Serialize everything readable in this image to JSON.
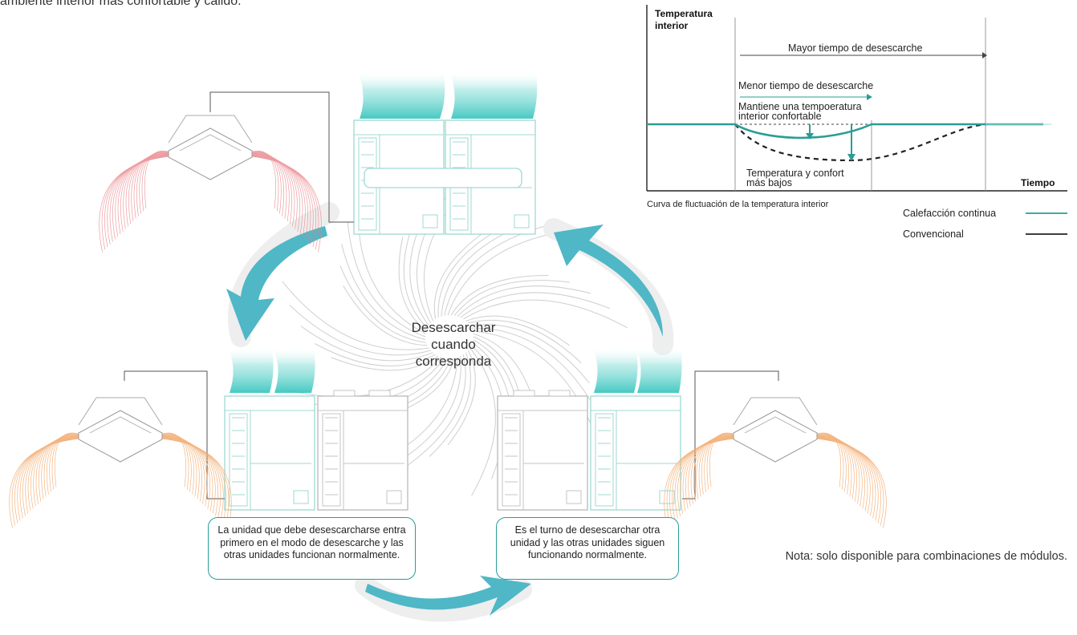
{
  "intro_text": "ambiente interior más confortable y cálido.",
  "cycle": {
    "center_label": [
      "Desescarchar",
      "cuando",
      "corresponda"
    ],
    "step_left": "La unidad que debe desescarcharse entra primero en el modo de desescarche y las otras unidades funcionan normalmente.",
    "step_right": "Es el turno de desescarchar otra unidad y las otras unidades siguen funcionando normalmente."
  },
  "footnote": "Nota: solo disponible para combinaciones de módulos.",
  "colors": {
    "accent": "#2a9d95",
    "arrow": "#4fb7c6",
    "warm_red": "#e8848a",
    "warm_orange": "#f2a96b",
    "conventional": "#222222"
  },
  "chart_data": {
    "type": "line",
    "ylabel": "Temperatura interior",
    "xlabel": "Tiempo",
    "caption": "Curva de fluctuación de la temperatura interior",
    "annotations": {
      "long_defrost": "Mayor tiempo de desescarche",
      "short_defrost": "Menor tiempo de desescarche",
      "keeps_comfort": [
        "Mantiene una tempoeratura",
        "interior confortable"
      ],
      "lower_comfort": [
        "Temperatura y confort",
        "más bajos"
      ]
    },
    "series": [
      {
        "name": "Calefacción continua",
        "style": "solid"
      },
      {
        "name": "Convencional",
        "style": "dashed"
      }
    ]
  }
}
